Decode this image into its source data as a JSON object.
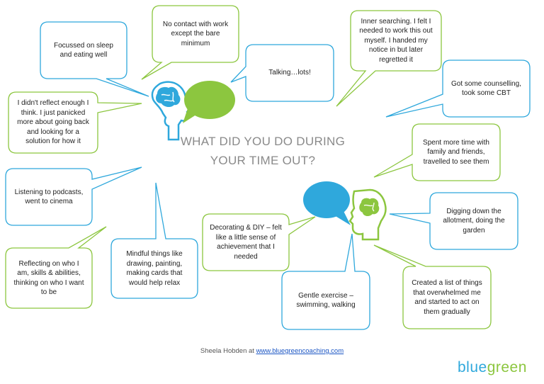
{
  "title": "WHAT DID YOU DO DURING YOUR TIME OUT?",
  "bubbles": [
    {
      "text": "Focussed on sleep and eating well",
      "color": "#2fa8dc"
    },
    {
      "text": "No contact with work except the bare minimum",
      "color": "#8cc63f"
    },
    {
      "text": "Talking…lots!",
      "color": "#2fa8dc"
    },
    {
      "text": "Inner searching. I felt I needed to work this out myself. I handed my notice in but later regretted it",
      "color": "#8cc63f"
    },
    {
      "text": "Got some counselling, took some CBT",
      "color": "#2fa8dc"
    },
    {
      "text": "I didn't reflect enough I think. I just panicked more about going back and looking for a solution for how it",
      "color": "#8cc63f"
    },
    {
      "text": "Spent more time with family and friends, travelled to see them",
      "color": "#8cc63f"
    },
    {
      "text": "Listening to podcasts, went to cinema",
      "color": "#2fa8dc"
    },
    {
      "text": "Digging down the allotment, doing the garden",
      "color": "#2fa8dc"
    },
    {
      "text": "Decorating & DIY – felt like a little sense of achievement that I needed",
      "color": "#8cc63f"
    },
    {
      "text": "Mindful things like drawing, painting, making cards that would help relax",
      "color": "#2fa8dc"
    },
    {
      "text": "Reflecting on who I am, skills & abilities, thinking on who I want to be",
      "color": "#8cc63f"
    },
    {
      "text": "Gentle exercise – swimming, walking",
      "color": "#2fa8dc"
    },
    {
      "text": "Created a list of things that overwhelmed me and started to act on them gradually",
      "color": "#8cc63f"
    }
  ],
  "credit": {
    "prefix": "Sheela Hobden at ",
    "link": "www.bluegreencoaching.com"
  },
  "logo": {
    "part1": "blue",
    "part2": "green"
  },
  "colors": {
    "blue": "#2fa8dc",
    "green": "#8cc63f",
    "title": "#8a8a8a"
  },
  "icons": {
    "left_head": "head-brain-icon",
    "left_speech": "speech-bubble-icon",
    "right_speech": "speech-bubble-icon",
    "right_head": "head-brain-icon"
  }
}
